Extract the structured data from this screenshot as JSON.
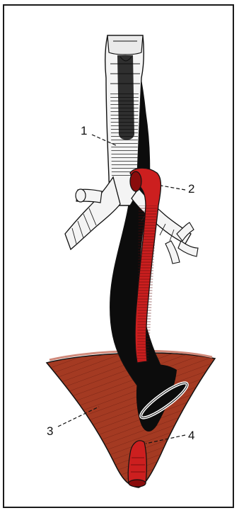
{
  "labels": {
    "l1": "1",
    "l2": "2",
    "l3": "3",
    "l4": "4"
  },
  "colors": {
    "muscle": "#a43a22",
    "muscle_dark": "#5e160c",
    "aorta": "#cc1f1f",
    "esophagus": "#0c0c0c",
    "trachea": "#f4f4f4",
    "outline": "#111111"
  }
}
